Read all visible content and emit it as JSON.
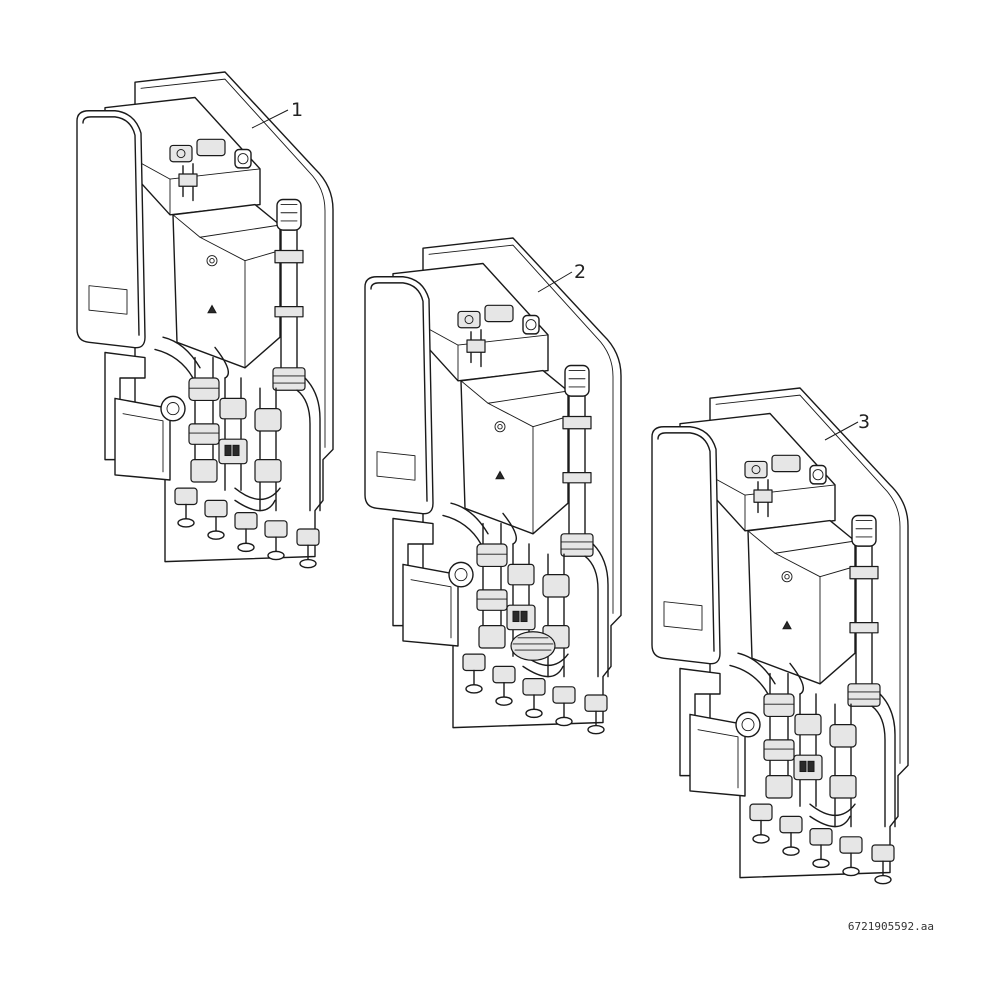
{
  "figure": {
    "callouts": [
      {
        "id": 1,
        "label": "1"
      },
      {
        "id": 2,
        "label": "2"
      },
      {
        "id": 3,
        "label": "3"
      }
    ],
    "drawing_number": "6721905592.aa"
  }
}
